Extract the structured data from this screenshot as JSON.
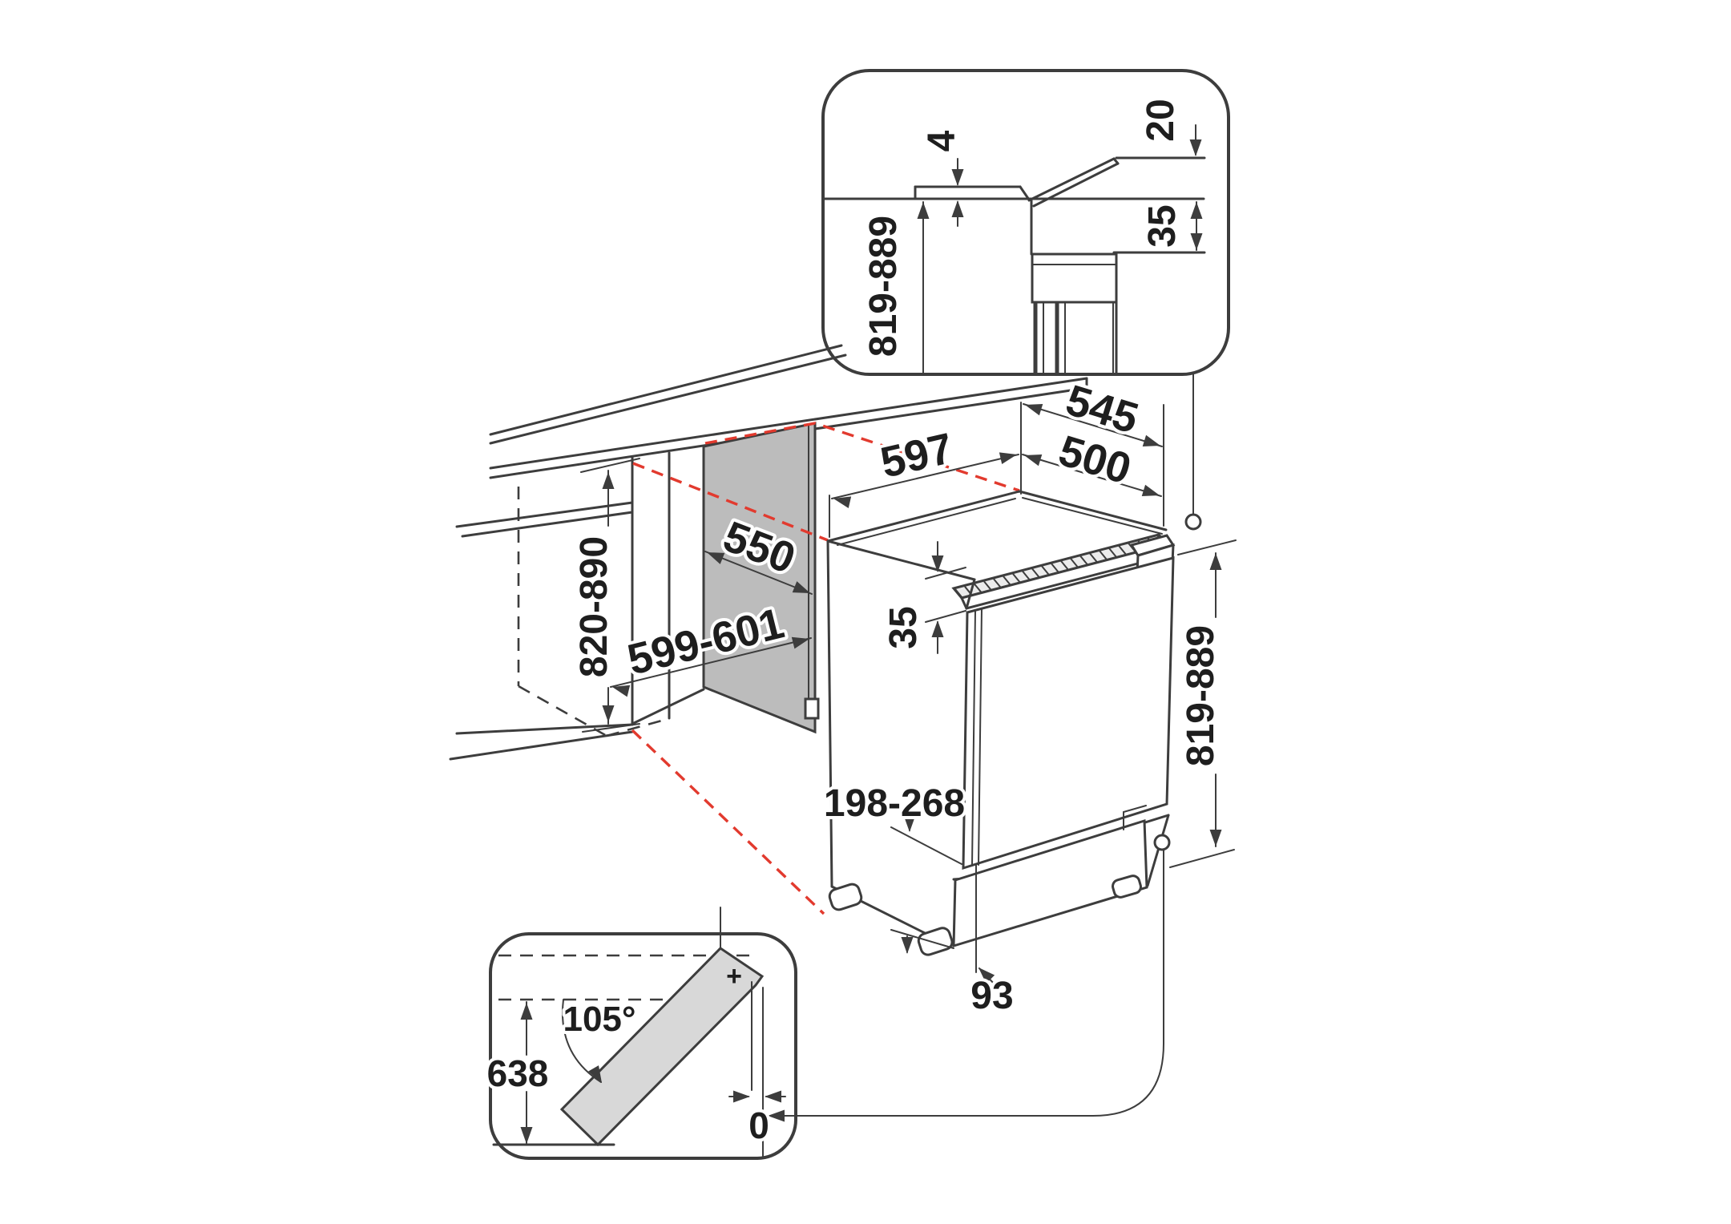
{
  "document": {
    "type": "appliance-installation-diagram",
    "subject": "built-under refrigerator niche and appliance dimensions (mm)"
  },
  "labels": {
    "detail_top": {
      "worktop_gap": "4",
      "vent_clearance": "20",
      "top_clearance": "35",
      "appliance_height": "819-889"
    },
    "main": {
      "counter_depth": "545",
      "niche_depth": "500",
      "appliance_width": "597",
      "panel_depth": "550",
      "niche_width": "599-601",
      "niche_height": "820-890",
      "top_gap": "35",
      "appliance_height": "819-889",
      "plinth_height": "198-268",
      "plinth_recess": "93"
    },
    "detail_door": {
      "opening_angle": "105°",
      "door_swing": "638",
      "hinge_offset": "0",
      "hinge_mark": "+"
    }
  },
  "colors": {
    "line": "#3d3d3d",
    "projection_red": "#e23a2e",
    "side_panel_gray": "#bcbcbc",
    "door_gray": "#d8d8d8",
    "background": "#ffffff"
  }
}
